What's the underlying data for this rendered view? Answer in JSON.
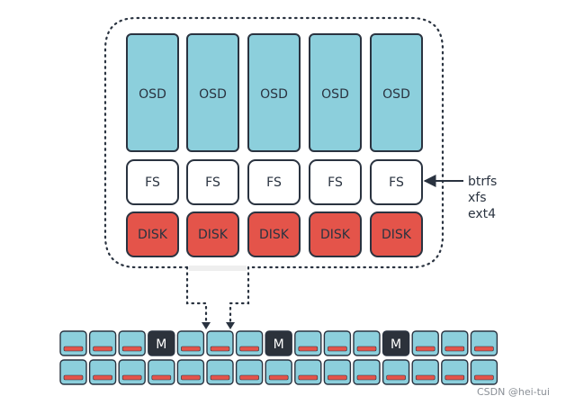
{
  "diagram": {
    "columns": [
      {
        "osd": "OSD",
        "fs": "FS",
        "disk": "DISK"
      },
      {
        "osd": "OSD",
        "fs": "FS",
        "disk": "DISK"
      },
      {
        "osd": "OSD",
        "fs": "FS",
        "disk": "DISK"
      },
      {
        "osd": "OSD",
        "fs": "FS",
        "disk": "DISK"
      },
      {
        "osd": "OSD",
        "fs": "FS",
        "disk": "DISK"
      }
    ],
    "fs_types": [
      "btrfs",
      "xfs",
      "ext4"
    ],
    "cluster": {
      "rows": [
        [
          "",
          "",
          "",
          "M",
          "",
          "",
          "",
          "M",
          "",
          "",
          "",
          "M",
          "",
          "",
          ""
        ],
        [
          "",
          "",
          "",
          "",
          "",
          "",
          "",
          "",
          "",
          "",
          "",
          "",
          "",
          "",
          ""
        ]
      ]
    },
    "colors": {
      "osd_fill": "#8ccfdc",
      "disk_fill": "#e4544a",
      "monitor_fill": "#2c323b",
      "stroke": "#2a3340",
      "node_fill": "#8ccfdc",
      "node_bar": "#e4544a"
    }
  },
  "watermark": "CSDN @hei-tui"
}
